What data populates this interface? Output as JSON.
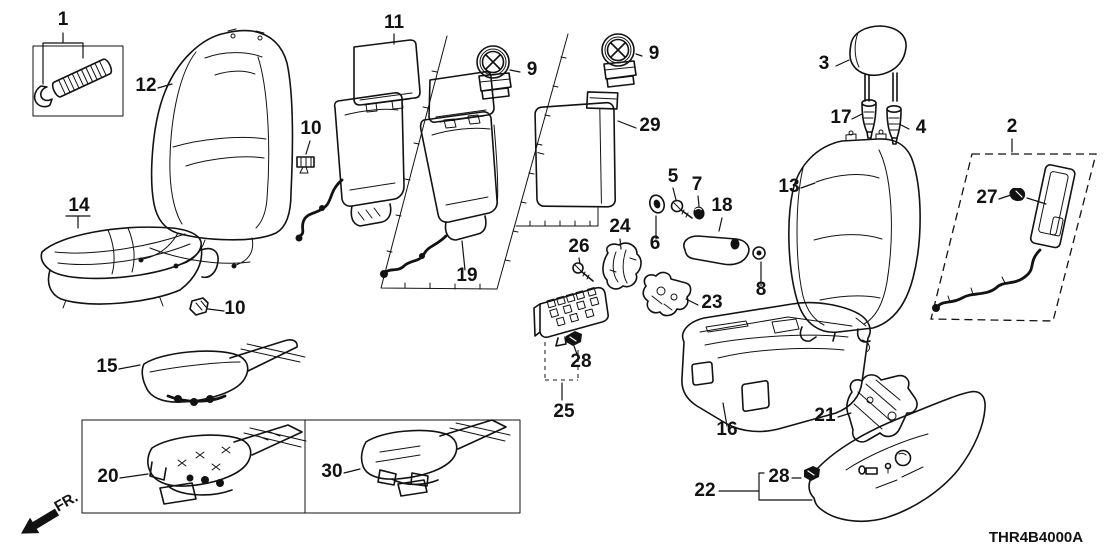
{
  "diagram": {
    "code": "THR4B4000A",
    "fr_label": "FR.",
    "background_color": "#ffffff",
    "line_color": "#121212",
    "callouts": {
      "c1": "1",
      "c2": "2",
      "c3": "3",
      "c4": "4",
      "c5": "5",
      "c6": "6",
      "c7": "7",
      "c8": "8",
      "c9a": "9",
      "c9b": "9",
      "c10a": "10",
      "c10b": "10",
      "c11": "11",
      "c12": "12",
      "c13": "13",
      "c14": "14",
      "c15": "15",
      "c16": "16",
      "c17": "17",
      "c18": "18",
      "c19": "19",
      "c20": "20",
      "c21": "21",
      "c22": "22",
      "c23": "23",
      "c24": "24",
      "c25": "25",
      "c26": "26",
      "c27": "27",
      "c28a": "28",
      "c28b": "28",
      "c29": "29",
      "c30": "30"
    }
  }
}
